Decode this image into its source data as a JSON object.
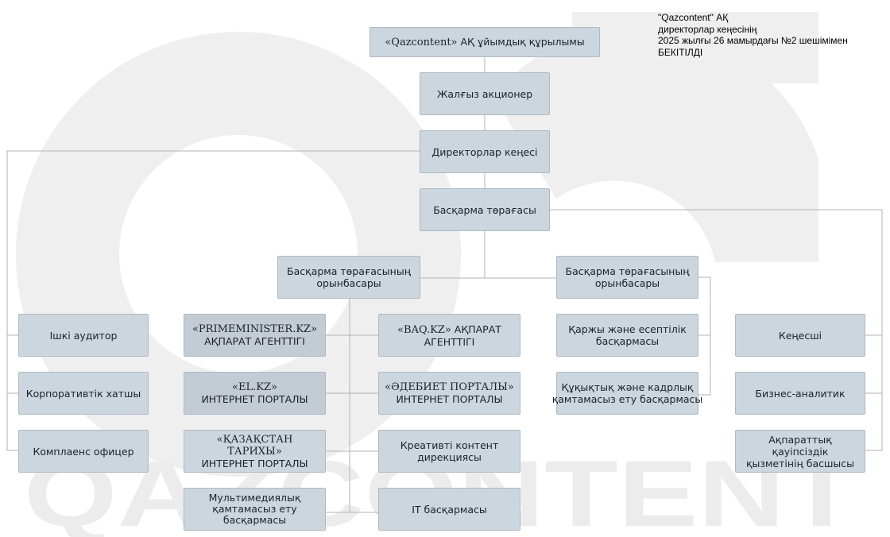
{
  "approval": {
    "line1": "\"Qazcontent\" АҚ",
    "line2": "директорлар кеңесінің",
    "line3": "2025 жылғы 26 мамырдағы №2 шешімімен",
    "line4": "БЕКІТІЛДІ"
  },
  "nodes": {
    "title": {
      "brand": "«Qazcontent»",
      "rest": " АҚ ұйымдық құрылымы"
    },
    "shareholder": "Жалғыз акционер",
    "board": "Директорлар кеңесі",
    "chair": "Басқарма төрағасы",
    "deputy_left": [
      "Басқарма төрағасының",
      "орынбасары"
    ],
    "deputy_right": [
      "Басқарма төрағасының",
      "орынбасары"
    ],
    "internal_auditor": "Ішкі аудитор",
    "corporate_secretary": "Корпоративтік хатшы",
    "compliance_officer": "Комплаенс офицер",
    "primeminister": {
      "brand": "«PRIMEMINISTER.KZ»",
      "sub": "АҚПАРАТ АГЕНТТІГІ"
    },
    "elkz": {
      "brand": "«EL.KZ»",
      "sub": "ИНТЕРНЕТ ПОРТАЛЫ"
    },
    "history": {
      "brand": "«ҚАЗАҚСТАН ТАРИХЫ»",
      "sub": "ИНТЕРНЕТ ПОРТАЛЫ"
    },
    "multimedia": [
      "Мультимедиялық",
      "қамтамасыз ету",
      "басқармасы"
    ],
    "baqkz": {
      "brand": "«BAQ.KZ»",
      "tail": " АҚПАРАТ",
      "sub": "АГЕНТТІГІ"
    },
    "literature": {
      "brand": "«ӘДЕБИЕТ ПОРТАЛЫ»",
      "sub": "ИНТЕРНЕТ ПОРТАЛЫ"
    },
    "creative": [
      "Креативті контент",
      "дирекциясы"
    ],
    "it": "IT басқармасы",
    "finance": [
      "Қаржы және есептілік",
      "басқармасы"
    ],
    "legal_hr": [
      "Құқықтық және кадрлық",
      "қамтамасыз ету басқармасы"
    ],
    "advisor": "Кеңесші",
    "business_analyst": "Бизнес-аналитик",
    "infosec": [
      "Ақпараттық қауіпсіздік",
      "қызметінің басшысы"
    ]
  },
  "watermark": {
    "text": "QAZCONTENT"
  },
  "colors": {
    "box_fill": "#ccd6de",
    "box_border": "#aeb9c3",
    "connector": "#b3b3b3",
    "watermark": "#ececec"
  }
}
